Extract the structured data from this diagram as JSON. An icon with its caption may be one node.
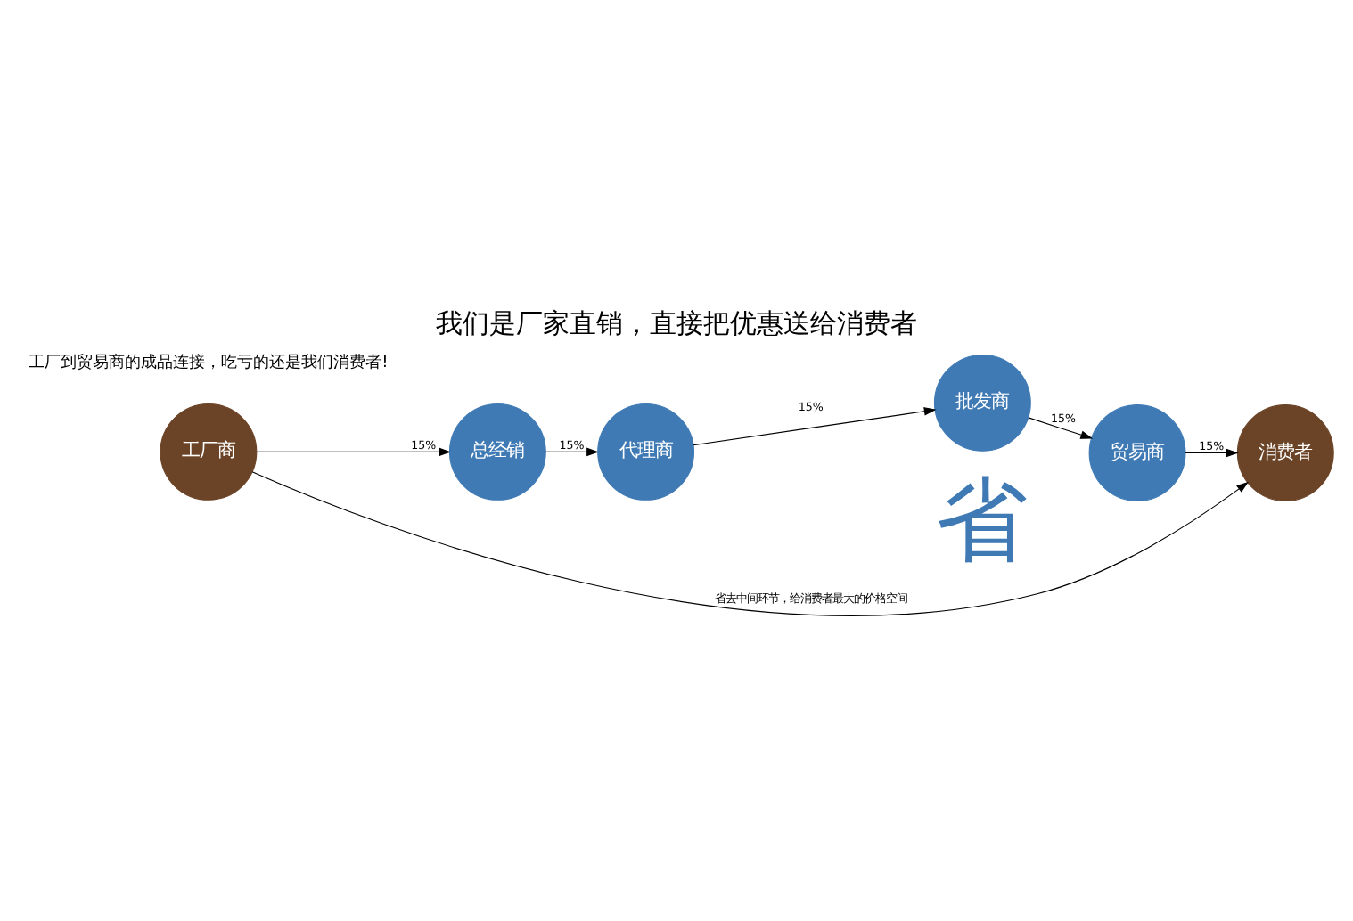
{
  "diagram": {
    "title": "我们是厂家直销，直接把优惠送给消费者",
    "nodes": [
      {
        "text": [
          "工厂商"
        ]
      },
      {
        "text": [
          "总经销"
        ]
      },
      {
        "text": [
          "代理商"
        ]
      },
      {
        "text": [
          "批发商"
        ]
      },
      {
        "text": [
          "贸易商"
        ]
      },
      {
        "text": [
          "消费者"
        ]
      }
    ],
    "edges": [
      {
        "from": 0,
        "to": 1,
        "arrow": "to",
        "label": "15%"
      },
      {
        "from": 1,
        "to": 2,
        "arrow": "to",
        "label": "15%"
      },
      {
        "from": 2,
        "to": 3,
        "arrow": "to",
        "label": "15%"
      },
      {
        "from": 3,
        "to": 4,
        "arrow": "to",
        "label": "15%"
      },
      {
        "from": 4,
        "to": 5,
        "arrow": "to",
        "label": "15%"
      },
      {
        "from": 0,
        "to": 5,
        "arrow": "to",
        "label": "省去中间环节，给消费者最大的价格空间"
      }
    ],
    "labels": [
      "工厂到贸易商的成品连接，吃亏的还是我们消费者!",
      "省"
    ]
  }
}
